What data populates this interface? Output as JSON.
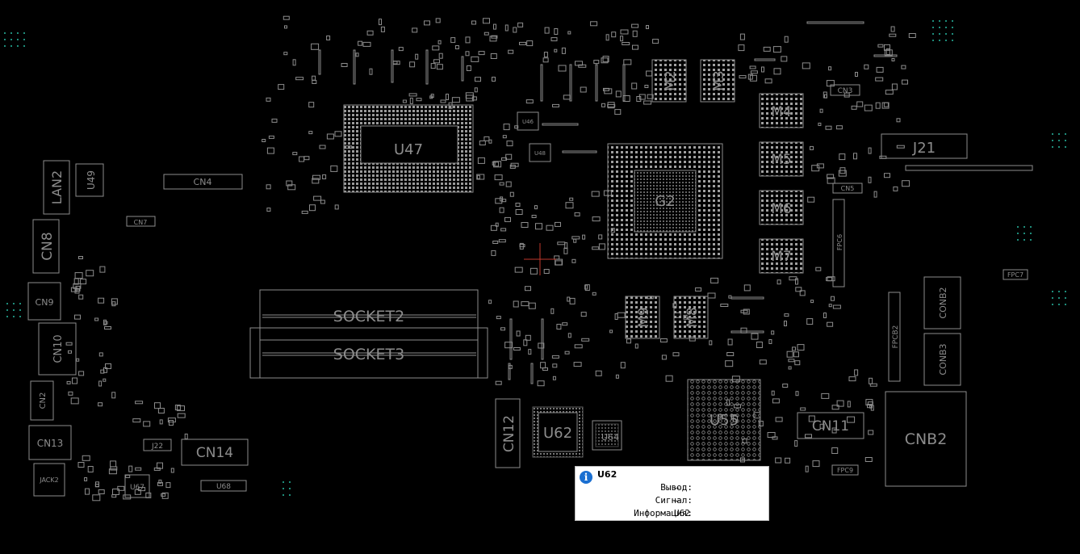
{
  "components": {
    "u47": "U47",
    "g2": "G2",
    "m2": "M2",
    "m3": "M3",
    "m4": "M4",
    "m5": "M5",
    "m6": "M6",
    "m7": "M7",
    "m8": "M8",
    "m9": "M9",
    "socket2": "SOCKET2",
    "socket3": "SOCKET3",
    "u62": "U62",
    "u55": "U55",
    "u64": "U64",
    "u67": "U67",
    "u68": "U68",
    "u49": "U49",
    "u46": "U46",
    "u48": "U48",
    "cn2": "CN2",
    "cn3": "CN3",
    "cn4": "CN4",
    "cn5": "CN5",
    "cn7": "CN7",
    "cn8": "CN8",
    "cn9": "CN9",
    "cn10": "CN10",
    "cn11": "CN11",
    "cn12": "CN12",
    "cn13": "CN13",
    "cn14": "CN14",
    "cnb2": "CNB2",
    "conb2": "CONB2",
    "conb3": "CONB3",
    "j21": "J21",
    "j22": "J22",
    "jack2": "JACK2",
    "lan2": "LAN2",
    "fpc6": "FPC6",
    "fpc7": "FPC7",
    "fpc9": "FPC9",
    "fpcb2": "FPCB2"
  },
  "tooltip": {
    "title": "U62",
    "rows": [
      {
        "label": "Вывод:",
        "value": "—"
      },
      {
        "label": "Сигнал:",
        "value": "—"
      },
      {
        "label": "Информация:",
        "value": "U62"
      }
    ]
  },
  "colors": {
    "background": "#000000",
    "outline": "#8c8c8c",
    "grid": "#1e8c7a",
    "tooltip_icon": "#1a6fd1"
  }
}
